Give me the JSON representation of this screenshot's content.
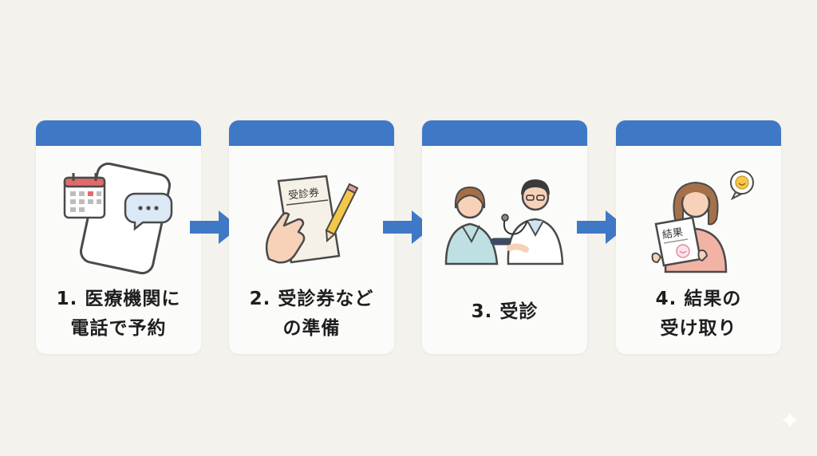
{
  "steps": [
    {
      "lines": [
        "1. 医療機関に",
        "電話で予約"
      ],
      "icons": [
        "calendar-icon",
        "smartphone-icon",
        "chat-bubble-icon"
      ]
    },
    {
      "lines": [
        "2. 受診券など",
        "の準備"
      ],
      "icons": [
        "envelope-icon",
        "hand-icon",
        "pencil-icon"
      ],
      "document_text": "受診券"
    },
    {
      "lines": [
        "3. 受診"
      ],
      "icons": [
        "patient-icon",
        "doctor-icon",
        "stethoscope-icon"
      ]
    },
    {
      "lines": [
        "4. 結果の",
        "受け取り"
      ],
      "icons": [
        "woman-icon",
        "smile-bubble-icon"
      ],
      "document_text": "結果"
    }
  ],
  "colors": {
    "accent": "#3f79c6",
    "background": "#f3f2ed",
    "card": "#fbfbf9"
  }
}
